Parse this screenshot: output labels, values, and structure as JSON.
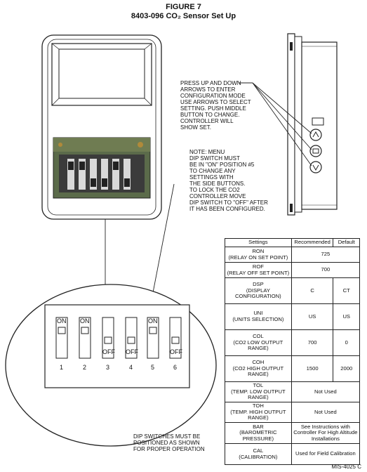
{
  "figure": {
    "title": "FIGURE 7",
    "subtitle": "8403-096 CO₂ Sensor Set Up"
  },
  "notes": {
    "press": [
      "PRESS UP AND DOWN",
      "ARROWS TO ENTER",
      "CONFIGURATION MODE",
      "USE ARROWS TO SELECT",
      "SETTING. PUSH MIDDLE",
      "BUTTON TO CHANGE.",
      "CONTROLLER WILL",
      "SHOW SET."
    ],
    "menu": [
      "NOTE: MENU",
      "DIP SWITCH MUST",
      "BE IN \"ON\" POSITION #5",
      "TO CHANGE ANY",
      "SETTINGS WITH",
      "THE SIDE BUTTONS.",
      "TO LOCK THE CO2",
      "CONTROLLER MOVE",
      "DIP SWITCH TO \"OFF\" AFTER",
      "IT HAS BEEN CONFIGURED."
    ],
    "dip": [
      "DIP SWITCHES MUST BE",
      "POSITIONED AS SHOWN",
      "FOR PROPER OPERATION"
    ]
  },
  "dip_switches": [
    {
      "number": "1",
      "state": "ON"
    },
    {
      "number": "2",
      "state": "ON"
    },
    {
      "number": "3",
      "state": "OFF"
    },
    {
      "number": "4",
      "state": "OFF"
    },
    {
      "number": "5",
      "state": "ON"
    },
    {
      "number": "6",
      "state": "OFF"
    }
  ],
  "table": {
    "headers": [
      "Settings",
      "Recommended",
      "Default"
    ],
    "rows": [
      {
        "setting": [
          "RON",
          "(RELAY ON SET POINT)"
        ],
        "merged": "725"
      },
      {
        "setting": [
          "ROF",
          "(RELAY OFF SET POINT)"
        ],
        "merged": "700"
      },
      {
        "setting": [
          "DSP",
          "(DISPLAY",
          "CONFIGURATION)"
        ],
        "recommended": "C",
        "default": "CT"
      },
      {
        "setting": [
          "UNI",
          "(UNITS SELECTION)"
        ],
        "recommended": "US",
        "default": "US"
      },
      {
        "setting": [
          "COL",
          "(CO2 LOW OUTPUT",
          "RANGE)"
        ],
        "recommended": "700",
        "default": "0"
      },
      {
        "setting": [
          "COH",
          "(CO2 HIGH OUTPUT",
          "RANGE)"
        ],
        "recommended": "1500",
        "default": "2000"
      },
      {
        "setting": [
          "TOL",
          "(TEMP. LOW OUTPUT",
          "RANGE)"
        ],
        "merged": "Not Used"
      },
      {
        "setting": [
          "TOH",
          "(TEMP. HIGH OUTPUT",
          "RANGE)"
        ],
        "merged": "Not Used"
      },
      {
        "setting": [
          "BAR",
          "(BAROMETRIC",
          "PRESSURE)"
        ],
        "merged": "See Instructions with Controller For High Altitude Installations"
      },
      {
        "setting": [
          "CAL",
          "(CALIBRATION)"
        ],
        "merged": "Used for Field Calibration"
      }
    ]
  },
  "footer": {
    "code": "MIS-4025 C"
  }
}
